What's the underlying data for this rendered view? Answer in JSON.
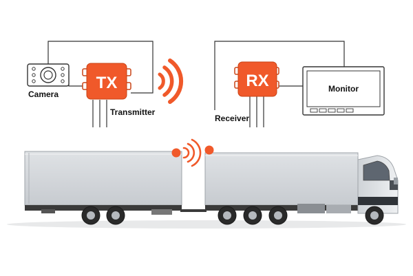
{
  "labels": {
    "camera": "Camera",
    "transmitter": "Transmitter",
    "tx": "TX",
    "rx": "RX",
    "receiver": "Receiver",
    "monitor": "Monitor"
  },
  "colors": {
    "accent": "#F0592A",
    "box_dark": "#C94416",
    "truck_body": "#D3D6DA",
    "truck_body_dark": "#B9BDC2",
    "cab": "#E3E6E9",
    "wheel": "#2A2A2A",
    "wire": "#333333"
  },
  "icons": {
    "signal_tx": "wireless-signal-icon",
    "signal_truck": "wireless-signal-icon",
    "camera": "camera-icon",
    "monitor": "monitor-icon"
  }
}
